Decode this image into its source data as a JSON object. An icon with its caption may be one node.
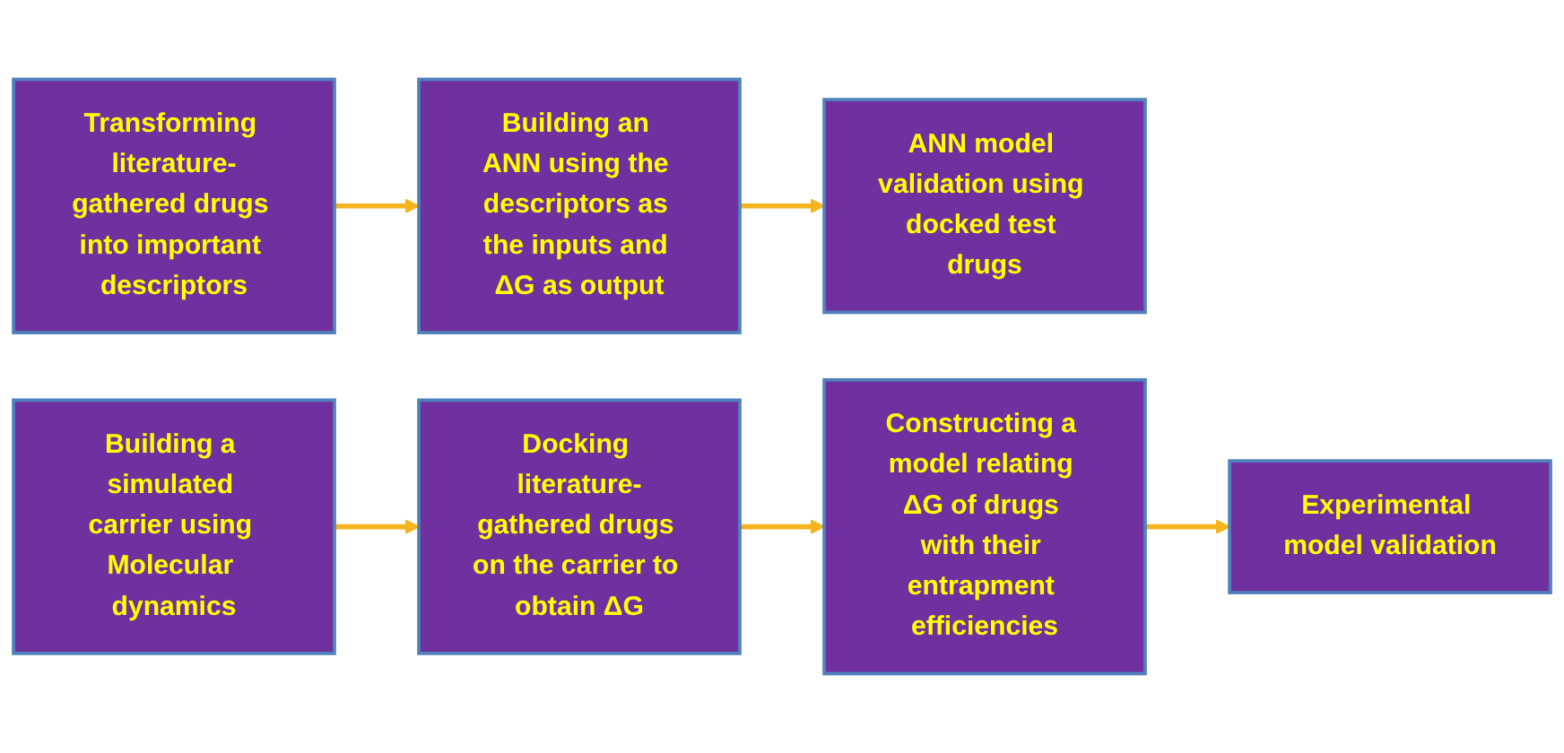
{
  "diagram": {
    "nodes": [
      {
        "text": [
          "Transforming literature-gathered drugs into important descriptors"
        ]
      },
      {
        "text": [
          "Building an ANN using the descriptors as the inputs and ΔG as output"
        ]
      },
      {
        "text": [
          "ANN model validation using docked test drugs"
        ]
      },
      {
        "text": [
          "Building a simulated carrier using Molecular dynamics"
        ]
      },
      {
        "text": [
          "Docking literature-gathered drugs on the carrier to obtain ΔG"
        ]
      },
      {
        "text": [
          "Constructing a model relating ΔG of drugs with their entrapment efficiencies"
        ]
      },
      {
        "text": [
          "Experimental model validation"
        ]
      }
    ],
    "edges": [
      {
        "from": 0,
        "to": 1,
        "arrow": "to"
      },
      {
        "from": 1,
        "to": 2,
        "arrow": "to"
      },
      {
        "from": 3,
        "to": 4,
        "arrow": "to"
      },
      {
        "from": 4,
        "to": 5,
        "arrow": "to"
      },
      {
        "from": 5,
        "to": 6,
        "arrow": "to"
      }
    ]
  }
}
